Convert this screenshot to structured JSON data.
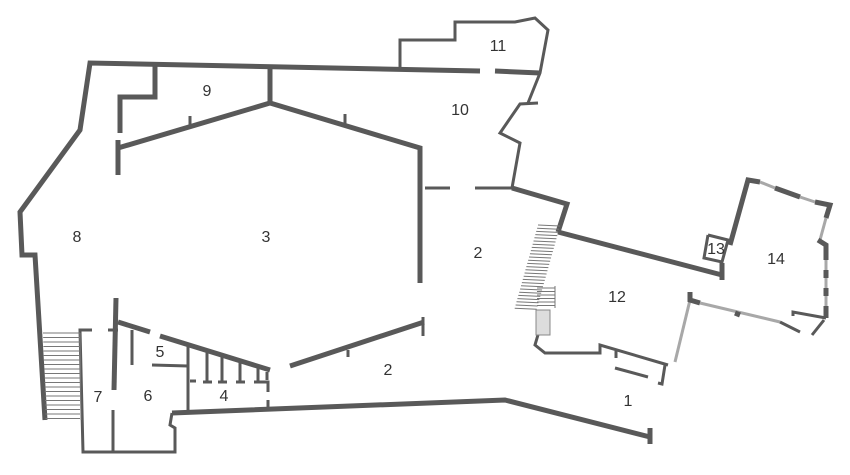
{
  "rooms": [
    {
      "id": "room-1",
      "label": "1"
    },
    {
      "id": "room-2a",
      "label": "2"
    },
    {
      "id": "room-2b",
      "label": "2"
    },
    {
      "id": "room-3",
      "label": "3"
    },
    {
      "id": "room-4",
      "label": "4"
    },
    {
      "id": "room-5",
      "label": "5"
    },
    {
      "id": "room-6",
      "label": "6"
    },
    {
      "id": "room-7",
      "label": "7"
    },
    {
      "id": "room-8",
      "label": "8"
    },
    {
      "id": "room-9",
      "label": "9"
    },
    {
      "id": "room-10",
      "label": "10"
    },
    {
      "id": "room-11",
      "label": "11"
    },
    {
      "id": "room-12",
      "label": "12"
    },
    {
      "id": "room-13",
      "label": "13"
    },
    {
      "id": "room-14",
      "label": "14"
    }
  ],
  "colors": {
    "wall": "#595959",
    "window": "#a8a8a8",
    "stair_landing": "#dddddd"
  }
}
